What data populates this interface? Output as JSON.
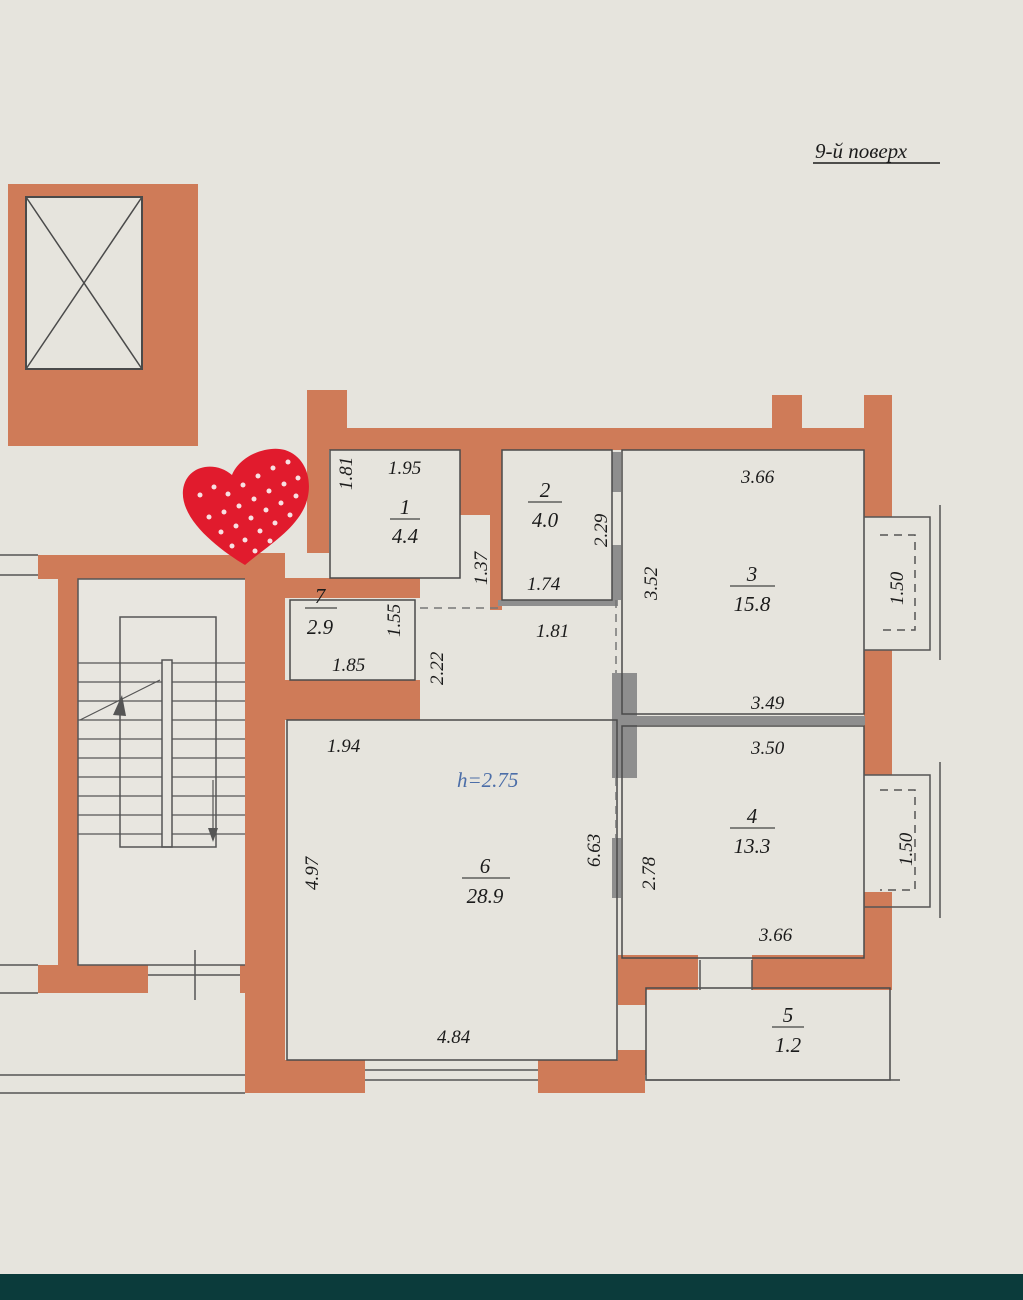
{
  "floor_label": "9-й поверх",
  "ceiling_height": "h=2.75",
  "rooms": [
    {
      "num": "1",
      "area": "4.4"
    },
    {
      "num": "2",
      "area": "4.0"
    },
    {
      "num": "3",
      "area": "15.8"
    },
    {
      "num": "4",
      "area": "13.3"
    },
    {
      "num": "5",
      "area": "1.2"
    },
    {
      "num": "6",
      "area": "28.9"
    },
    {
      "num": "7",
      "area": "2.9"
    }
  ],
  "dimensions": {
    "r1_height": "1.81",
    "r1_width": "1.95",
    "r1_depth": "1.37",
    "r2_height": "2.29",
    "r2_width": "1.74",
    "r3_width": "3.66",
    "r3_height": "3.52",
    "r3_window": "1.50",
    "r3_bottom": "3.49",
    "r4_top": "3.50",
    "r4_window": "1.50",
    "r4_height": "2.78",
    "r4_bottom": "3.66",
    "r7_height": "1.55",
    "r7_width": "1.85",
    "r7_depth": "2.22",
    "hall_width": "1.81",
    "r6_top": "1.94",
    "r6_left": "4.97",
    "r6_right": "6.63",
    "r6_bottom": "4.84"
  },
  "colors": {
    "wall": "#cf7b58",
    "partition": "#8e8e8e",
    "line": "#4a4a4a"
  }
}
